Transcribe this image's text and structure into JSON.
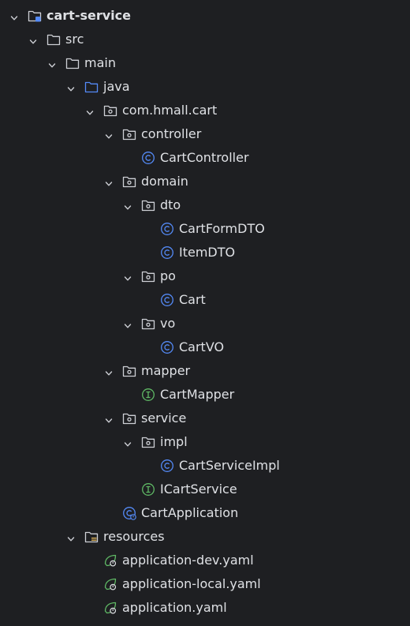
{
  "colors": {
    "background": "#1e1f22",
    "text": "#dfe1e5",
    "chevron": "#ced0d6",
    "folder": "#ced0d6",
    "source_folder": "#548af7",
    "class_icon": "#548af7",
    "interface_icon": "#5fb865",
    "spring": "#5fb865",
    "resources_bar": "#d6ae58"
  },
  "tree": [
    {
      "label": "cart-service",
      "icon": "module-folder-icon",
      "depth": 0,
      "expanded": true,
      "bold": true
    },
    {
      "label": "src",
      "icon": "folder-icon",
      "depth": 1,
      "expanded": true
    },
    {
      "label": "main",
      "icon": "folder-icon",
      "depth": 2,
      "expanded": true
    },
    {
      "label": "java",
      "icon": "source-folder-icon",
      "depth": 3,
      "expanded": true
    },
    {
      "label": "com.hmall.cart",
      "icon": "package-icon",
      "depth": 4,
      "expanded": true
    },
    {
      "label": "controller",
      "icon": "package-icon",
      "depth": 5,
      "expanded": true
    },
    {
      "label": "CartController",
      "icon": "class-icon",
      "depth": 6
    },
    {
      "label": "domain",
      "icon": "package-icon",
      "depth": 5,
      "expanded": true
    },
    {
      "label": "dto",
      "icon": "package-icon",
      "depth": 6,
      "expanded": true
    },
    {
      "label": "CartFormDTO",
      "icon": "class-icon",
      "depth": 7
    },
    {
      "label": "ItemDTO",
      "icon": "class-icon",
      "depth": 7
    },
    {
      "label": "po",
      "icon": "package-icon",
      "depth": 6,
      "expanded": true
    },
    {
      "label": "Cart",
      "icon": "class-icon",
      "depth": 7
    },
    {
      "label": "vo",
      "icon": "package-icon",
      "depth": 6,
      "expanded": true
    },
    {
      "label": "CartVO",
      "icon": "class-icon",
      "depth": 7
    },
    {
      "label": "mapper",
      "icon": "package-icon",
      "depth": 5,
      "expanded": true
    },
    {
      "label": "CartMapper",
      "icon": "interface-icon",
      "depth": 6
    },
    {
      "label": "service",
      "icon": "package-icon",
      "depth": 5,
      "expanded": true
    },
    {
      "label": "impl",
      "icon": "package-icon",
      "depth": 6,
      "expanded": true
    },
    {
      "label": "CartServiceImpl",
      "icon": "class-icon",
      "depth": 7
    },
    {
      "label": "ICartService",
      "icon": "interface-icon",
      "depth": 6
    },
    {
      "label": "CartApplication",
      "icon": "spring-boot-class-icon",
      "depth": 5
    },
    {
      "label": "resources",
      "icon": "resources-folder-icon",
      "depth": 3,
      "expanded": true
    },
    {
      "label": "application-dev.yaml",
      "icon": "spring-yaml-icon",
      "depth": 4
    },
    {
      "label": "application-local.yaml",
      "icon": "spring-yaml-icon",
      "depth": 4
    },
    {
      "label": "application.yaml",
      "icon": "spring-yaml-icon",
      "depth": 4
    }
  ]
}
